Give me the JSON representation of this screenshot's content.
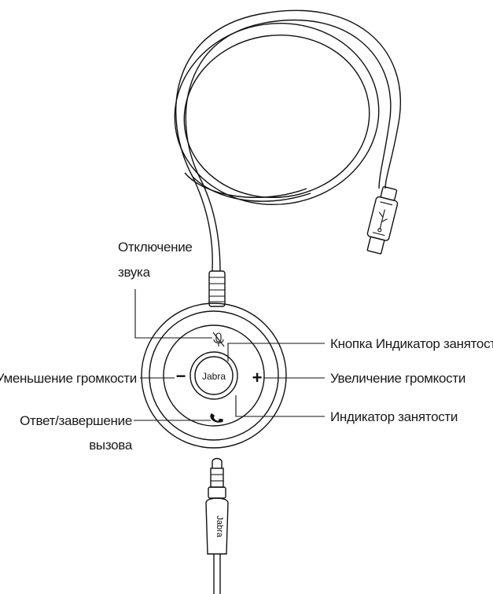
{
  "brand": "Jabra",
  "labels": {
    "mute_line1": "Отключение",
    "mute_line2": "звука",
    "busylight_button": "Кнопка Индикатор занятости",
    "volume_down": "Уменьшение громкости",
    "volume_up": "Увеличение громкости",
    "answer_end_line1": "Ответ/завершение",
    "answer_end_line2": "вызова",
    "busylight_indicator": "Индикатор занятости"
  },
  "button_glyphs": {
    "minus": "−",
    "plus": "+"
  },
  "icons": [
    "usb-icon",
    "mute-mic-icon",
    "phone-icon"
  ]
}
